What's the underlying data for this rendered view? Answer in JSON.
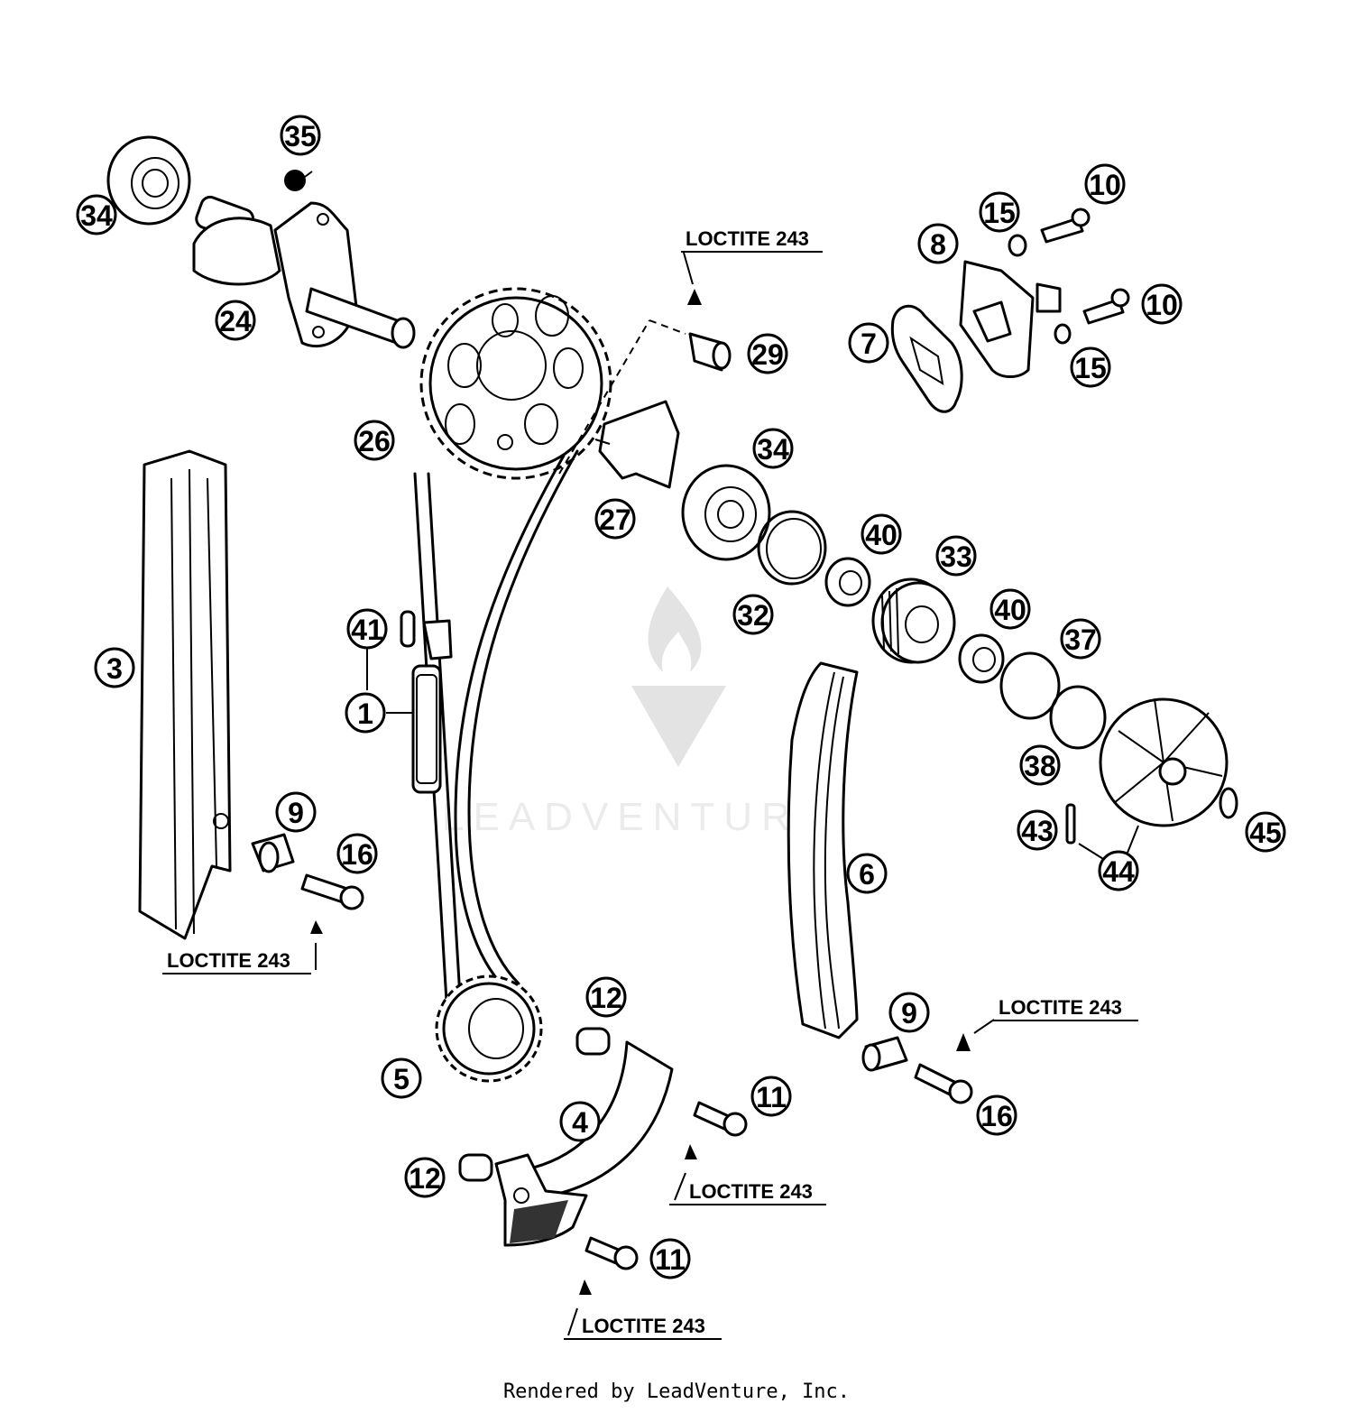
{
  "callouts": [
    "35",
    "34",
    "24",
    "26",
    "3",
    "41",
    "1",
    "9",
    "16",
    "5",
    "12",
    "4",
    "12",
    "11",
    "11",
    "29",
    "27",
    "34",
    "32",
    "40",
    "33",
    "40",
    "37",
    "38",
    "43",
    "44",
    "45",
    "6",
    "9",
    "16",
    "8",
    "15",
    "10",
    "10",
    "15",
    "7"
  ],
  "loctite_label": "LOCTITE 243",
  "watermark": "LEADVENTURE",
  "footer": "Rendered by LeadVenture, Inc."
}
